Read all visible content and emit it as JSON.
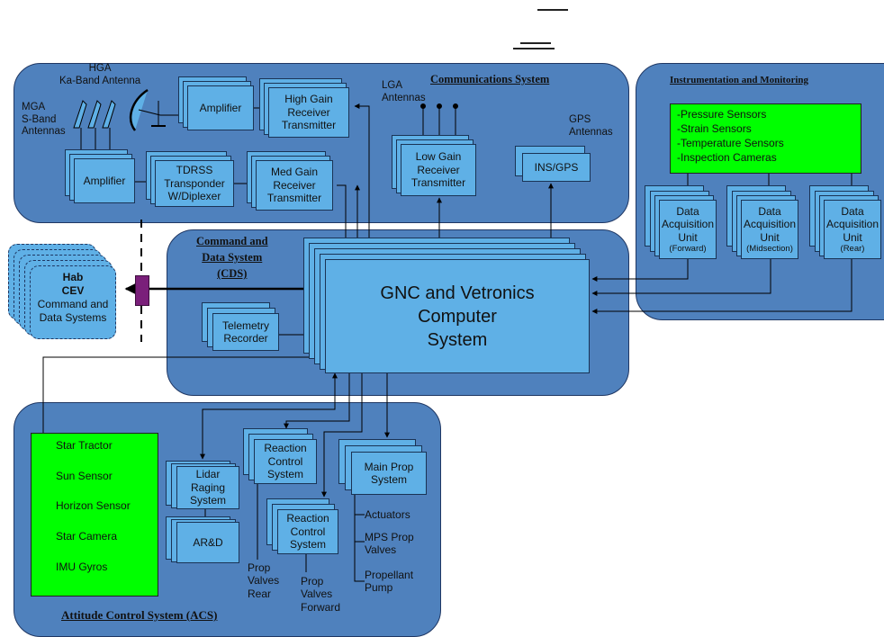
{
  "sections": {
    "communications": {
      "title": "Communications System"
    },
    "instrumentation": {
      "title": "Instrumentation and Monitoring"
    },
    "cds": {
      "title": "Command and\nData System\n(CDS)"
    },
    "acs": {
      "title": "Attitude Control System (ACS)"
    }
  },
  "communications": {
    "hga_label": "HGA\nKa-Band Antenna",
    "mga_label": "MGA\nS-Band\nAntennas",
    "lga_label": "LGA\nAntennas",
    "gps_label": "GPS\nAntennas",
    "amplifier_top": "Amplifier",
    "amplifier_left": "Amplifier",
    "high_gain": "High Gain\nReceiver\nTransmitter",
    "tdrss": "TDRSS\nTransponder\nW/Diplexer",
    "med_gain": "Med Gain\nReceiver\nTransmitter",
    "low_gain": "Low Gain\nReceiver\nTransmitter",
    "ins_gps": "INS/GPS"
  },
  "instrumentation": {
    "sensors": "-Pressure Sensors\n-Strain Sensors\n-Temperature Sensors\n-Inspection Cameras",
    "daq_forward": {
      "name": "Data\nAcquisition\nUnit",
      "position": "(Forward)"
    },
    "daq_mid": {
      "name": "Data\nAcquisition\nUnit",
      "position": "(Midsection)"
    },
    "daq_rear": {
      "name": "Data\nAcquisition\nUnit",
      "position": "(Rear)"
    }
  },
  "cds": {
    "gnc": "GNC and Vetronics\nComputer\nSystem",
    "telemetry": "Telemetry\nRecorder"
  },
  "hab": {
    "line1": "Hab",
    "line2": "CEV",
    "line3": "Command and\nData Systems"
  },
  "acs": {
    "sensors": [
      "Star Tractor",
      "Sun Sensor",
      "Horizon Sensor",
      "Star Camera",
      "IMU Gyros"
    ],
    "lidar": "Lidar\nRaging\nSystem",
    "ard": "AR&D",
    "rcs_rear": "Reaction\nControl\nSystem",
    "rcs_forward": "Reaction\nControl\nSystem",
    "main_prop": "Main Prop\nSystem",
    "prop_valves_rear": "Prop\nValves\nRear",
    "prop_valves_forward": "Prop\nValves\nForward",
    "main_prop_items": [
      "Actuators",
      "MPS Prop\nValves",
      "Propellant\nPump"
    ]
  },
  "colors": {
    "section_fill": "#4f81bd",
    "box_fill": "#5fb0e6",
    "sensor_fill": "#00ff00",
    "connector": "#7a1f7a"
  }
}
